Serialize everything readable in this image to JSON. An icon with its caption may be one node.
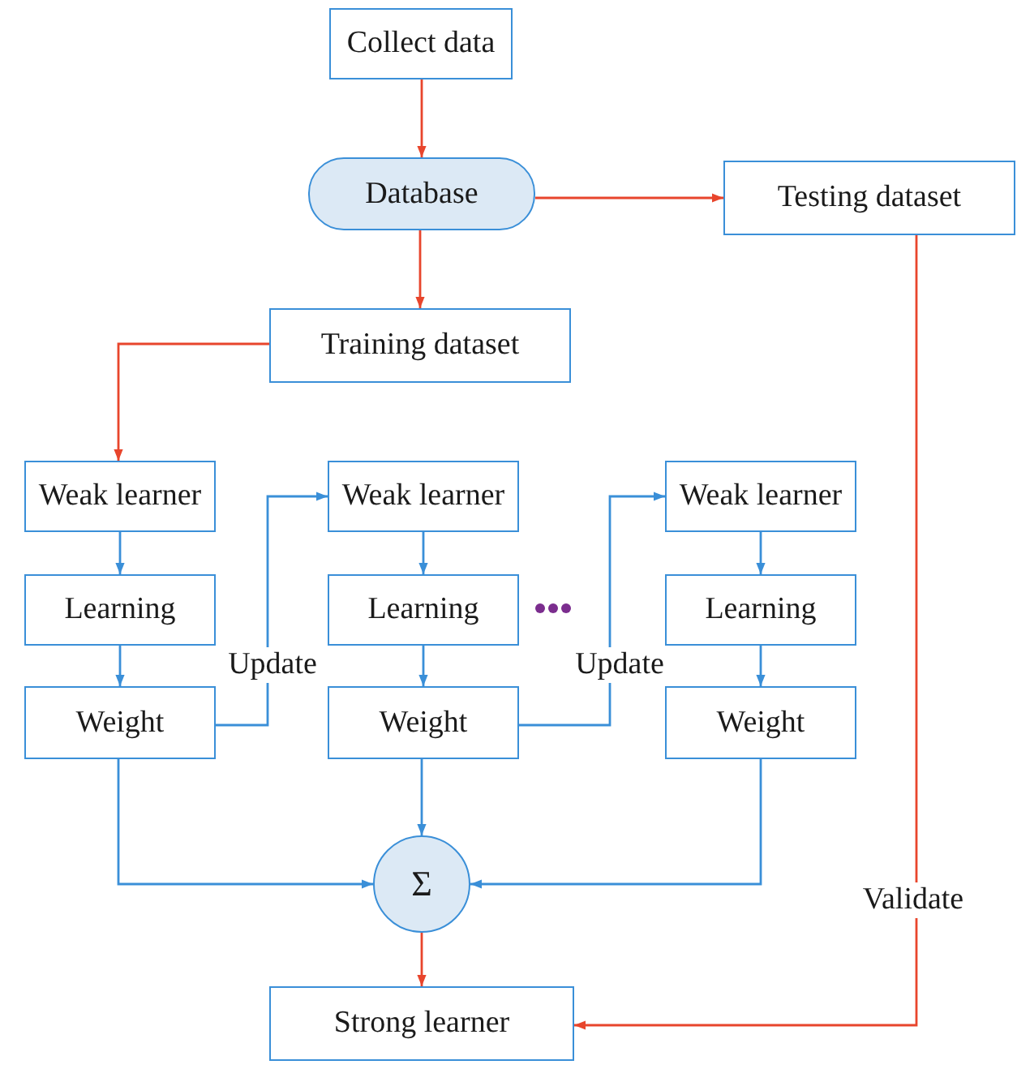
{
  "diagram": {
    "nodes": [
      {
        "text": [
          "Collect data"
        ]
      },
      {
        "text": [
          "Database"
        ]
      },
      {
        "text": [
          "Testing dataset"
        ]
      },
      {
        "text": [
          "Training dataset"
        ]
      },
      {
        "text": [
          "Weak learner"
        ]
      },
      {
        "text": [
          "Learning"
        ]
      },
      {
        "text": [
          "Weight"
        ]
      },
      {
        "text": [
          "Weak learner"
        ]
      },
      {
        "text": [
          "Learning"
        ]
      },
      {
        "text": [
          "Weight"
        ]
      },
      {
        "text": [
          "Weak learner"
        ]
      },
      {
        "text": [
          "Learning"
        ]
      },
      {
        "text": [
          "Weight"
        ]
      },
      {
        "text": [
          "Σ"
        ]
      },
      {
        "text": [
          "Strong learner"
        ]
      }
    ],
    "edges": [
      {
        "from": 0,
        "to": 1,
        "arrow": "to",
        "color": "#e8452c"
      },
      {
        "from": 1,
        "to": 2,
        "arrow": "to",
        "color": "#e8452c"
      },
      {
        "from": 1,
        "to": 3,
        "arrow": "to",
        "color": "#e8452c"
      },
      {
        "from": 3,
        "to": 4,
        "arrow": "to",
        "color": "#e8452c"
      },
      {
        "from": 4,
        "to": 5,
        "arrow": "to"
      },
      {
        "from": 5,
        "to": 6,
        "arrow": "to"
      },
      {
        "from": 6,
        "to": 7,
        "arrow": "to",
        "label": "Update"
      },
      {
        "from": 7,
        "to": 8,
        "arrow": "to"
      },
      {
        "from": 8,
        "to": 9,
        "arrow": "to"
      },
      {
        "from": 9,
        "to": 10,
        "arrow": "to",
        "label": "Update"
      },
      {
        "from": 10,
        "to": 11,
        "arrow": "to"
      },
      {
        "from": 11,
        "to": 12,
        "arrow": "to"
      },
      {
        "from": 6,
        "to": 13,
        "arrow": "to"
      },
      {
        "from": 9,
        "to": 13,
        "arrow": "to"
      },
      {
        "from": 12,
        "to": 13,
        "arrow": "to"
      },
      {
        "from": 13,
        "to": 14,
        "arrow": "to",
        "color": "#e8452c"
      },
      {
        "from": 2,
        "to": 14,
        "arrow": "to",
        "label": "Validate",
        "color": "#e8452c"
      }
    ]
  }
}
